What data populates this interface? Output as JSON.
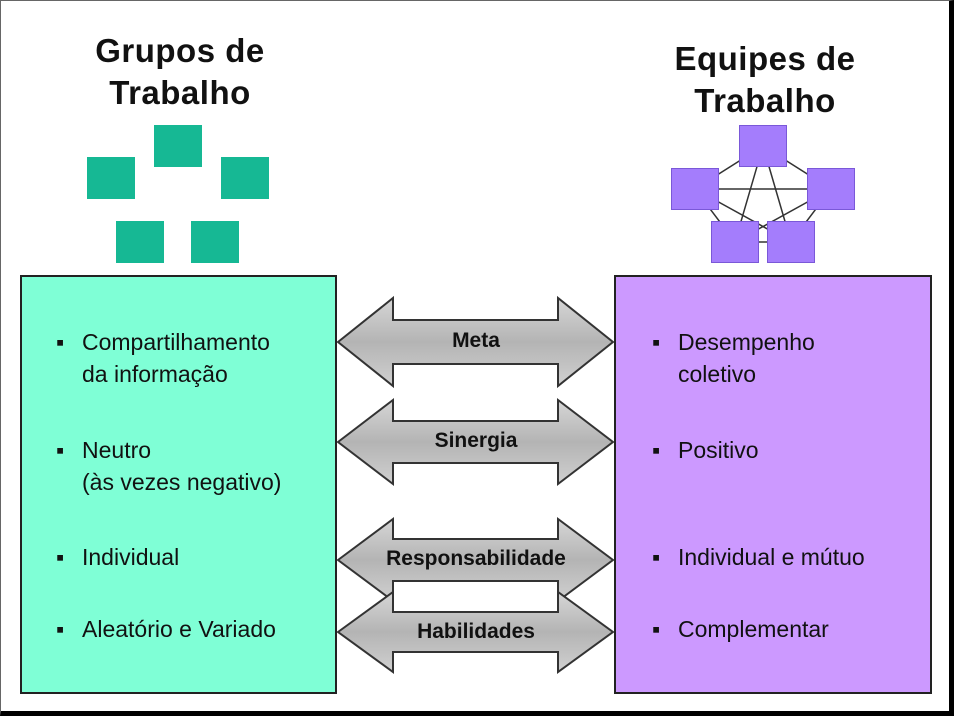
{
  "left": {
    "title": [
      "Grupos de",
      "Trabalho"
    ],
    "items": [
      {
        "lines": [
          "Compartilhamento",
          "da informação"
        ]
      },
      {
        "lines": [
          "Neutro",
          "(às vezes negativo)"
        ]
      },
      {
        "lines": [
          "Individual"
        ]
      },
      {
        "lines": [
          "Aleatório e Variado"
        ]
      }
    ]
  },
  "right": {
    "title": [
      "Equipes de",
      "Trabalho"
    ],
    "items": [
      {
        "lines": [
          "Desempenho",
          "coletivo"
        ]
      },
      {
        "lines": [
          "Positivo"
        ]
      },
      {
        "lines": [
          "Individual e mútuo"
        ]
      },
      {
        "lines": [
          "Complementar"
        ]
      }
    ]
  },
  "arrows": [
    {
      "label": "Meta"
    },
    {
      "label": "Sinergia"
    },
    {
      "label": "Responsabilidade"
    },
    {
      "label": "Habilidades"
    }
  ],
  "bullet": "▪",
  "colors": {
    "left_panel": "#7fffd6",
    "left_squares": "#16b894",
    "right_panel": "#cc99ff",
    "right_squares": "#a47dfc",
    "arrow_fill": "#bdbdbd",
    "arrow_stroke": "#333333"
  }
}
